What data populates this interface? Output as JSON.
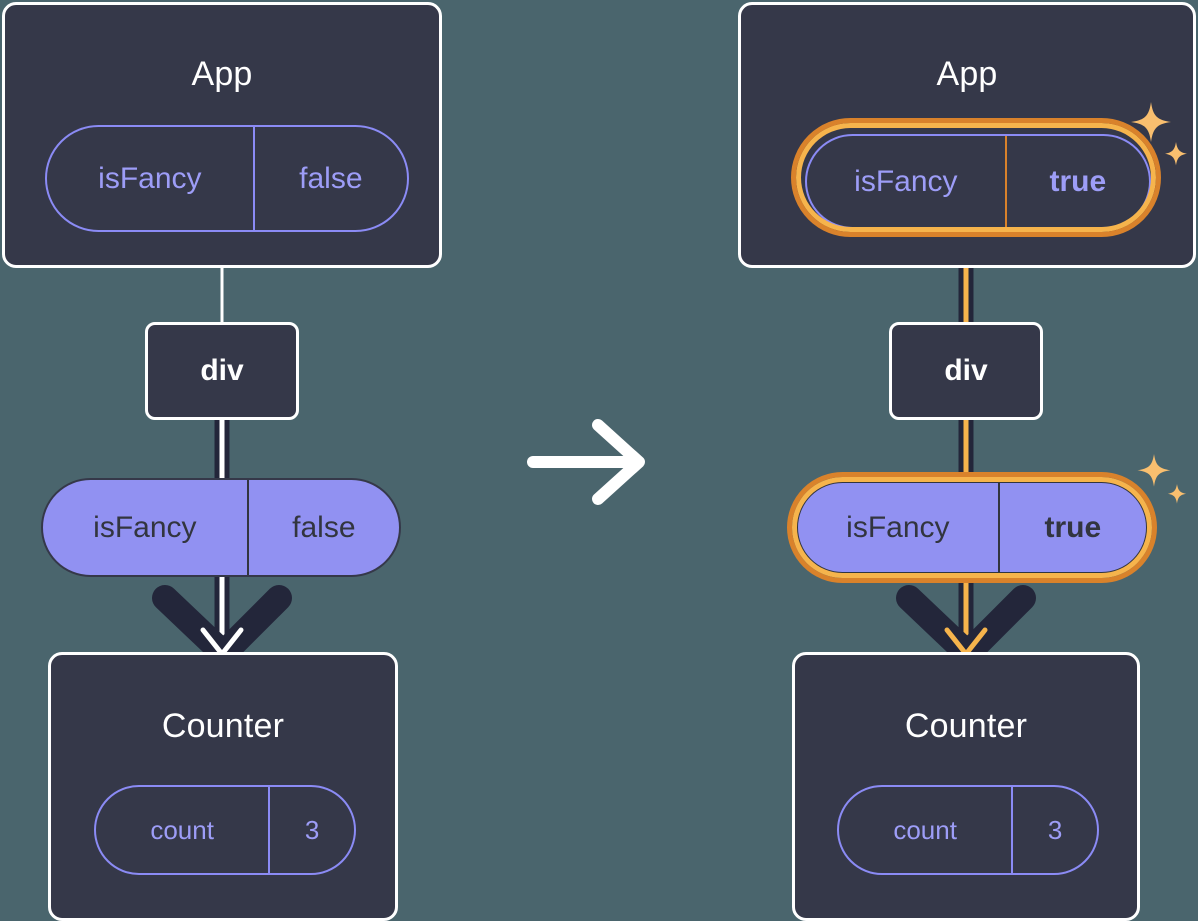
{
  "diagram": {
    "type": "react-state-propagation",
    "background_color": "#4a656d",
    "card_color": "#353849",
    "accent_purple": "#9191f2",
    "highlight_orange_outer": "#d9822b",
    "highlight_orange_inner": "#f6b44c",
    "transition_arrow": "arrow-right-icon"
  },
  "before": {
    "app": {
      "title": "App",
      "state_pill": {
        "key": "isFancy",
        "value": "false",
        "highlighted": false
      }
    },
    "div": {
      "label": "div"
    },
    "prop_pill": {
      "key": "isFancy",
      "value": "false",
      "highlighted": false
    },
    "counter": {
      "title": "Counter",
      "state_pill": {
        "key": "count",
        "value": "3",
        "highlighted": false
      }
    }
  },
  "after": {
    "app": {
      "title": "App",
      "state_pill": {
        "key": "isFancy",
        "value": "true",
        "highlighted": true
      }
    },
    "div": {
      "label": "div"
    },
    "prop_pill": {
      "key": "isFancy",
      "value": "true",
      "highlighted": true
    },
    "counter": {
      "title": "Counter",
      "state_pill": {
        "key": "count",
        "value": "3",
        "highlighted": false
      }
    }
  }
}
